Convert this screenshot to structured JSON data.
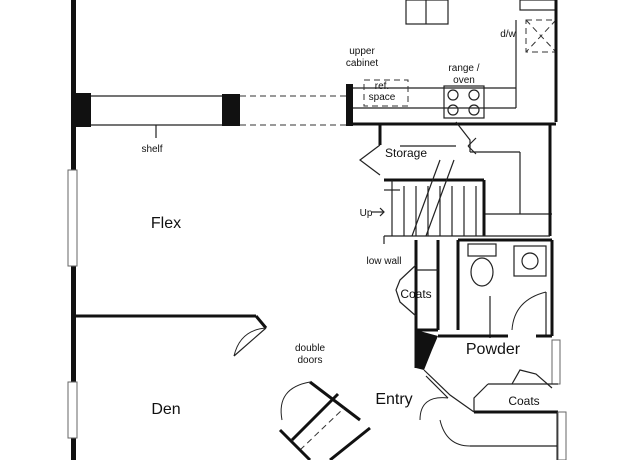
{
  "rooms": {
    "flex": "Flex",
    "den": "Den",
    "entry": "Entry",
    "powder": "Powder",
    "storage": "Storage",
    "coats_closet": "Coats",
    "coats_closet_2": "Coats"
  },
  "notes": {
    "double_doors": [
      "double",
      "doors"
    ],
    "dishwasher": "d/w",
    "upper_cabinet": [
      "upper",
      "cabinet"
    ],
    "ref_space": [
      "ref.",
      "space"
    ],
    "range_oven": [
      "range /",
      "oven"
    ],
    "shelf": "shelf",
    "stair_up": "Up",
    "low_wall": "low wall"
  }
}
